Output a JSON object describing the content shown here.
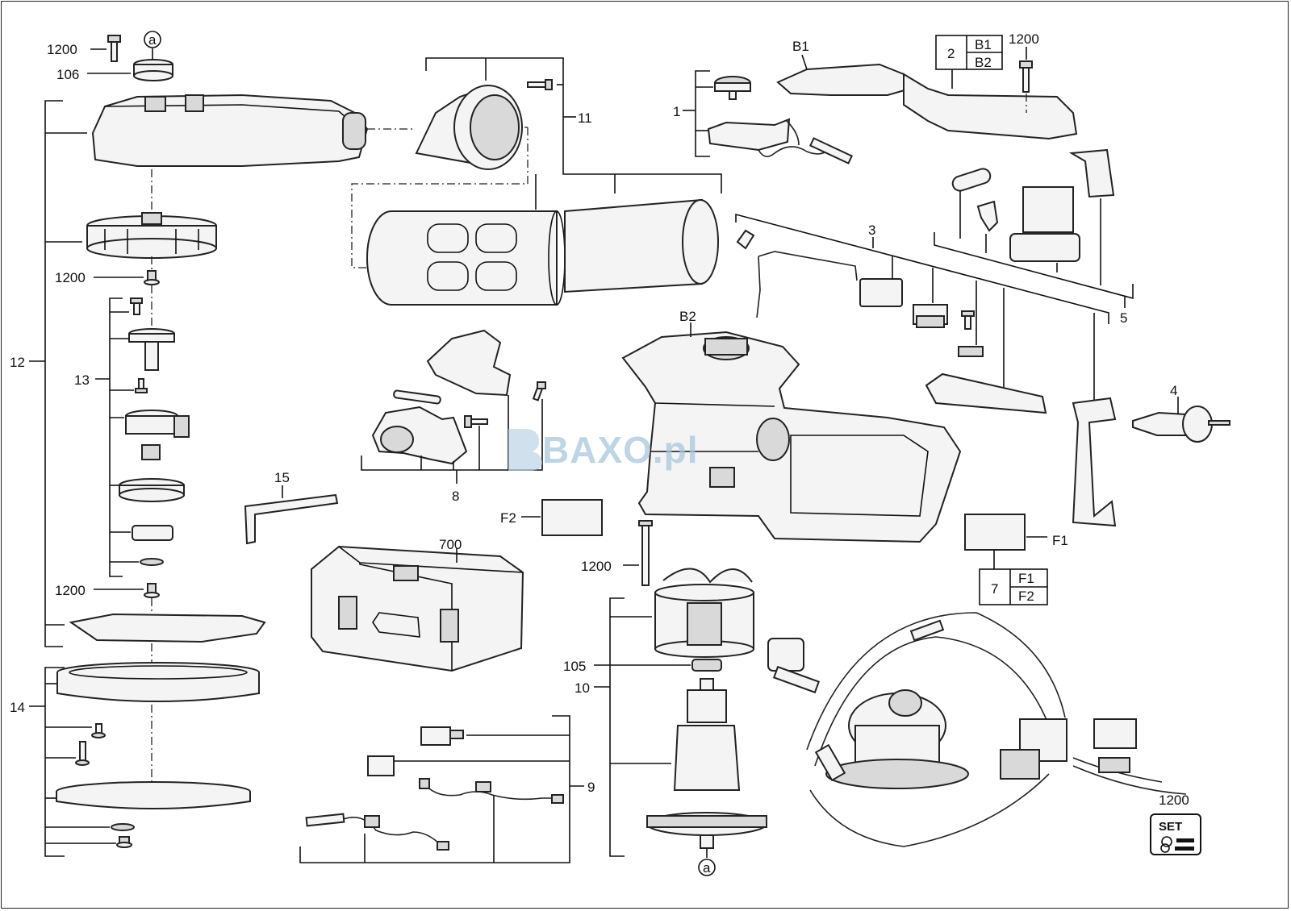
{
  "labels": {
    "l1200_top": "1200",
    "l106": "106",
    "la_top": "a",
    "l12": "12",
    "l1200_b": "1200",
    "l13": "13",
    "l1200_c": "1200",
    "l14": "14",
    "l11": "11",
    "l8": "8",
    "l15": "15",
    "l700": "700",
    "lF2": "F2",
    "lB1": "B1",
    "l2": "2",
    "lB1_box": "B1",
    "lB2_box": "B2",
    "l1200_d": "1200",
    "l1": "1",
    "l3": "3",
    "l5": "5",
    "lB2": "B2",
    "l4": "4",
    "lF1": "F1",
    "l7": "7",
    "lF1_box": "F1",
    "lF2_box": "F2",
    "l1200_e": "1200",
    "l105": "105",
    "l10": "10",
    "l9": "9",
    "la_bottom": "a",
    "l1200_set": "1200",
    "set_badge": "SET"
  },
  "watermark": {
    "text": "BAXO.pl",
    "color": "#a9c7de"
  },
  "colors": {
    "line": "#111111",
    "part_fill": "#f4f4f4",
    "part_shade": "#d9d9d9"
  }
}
